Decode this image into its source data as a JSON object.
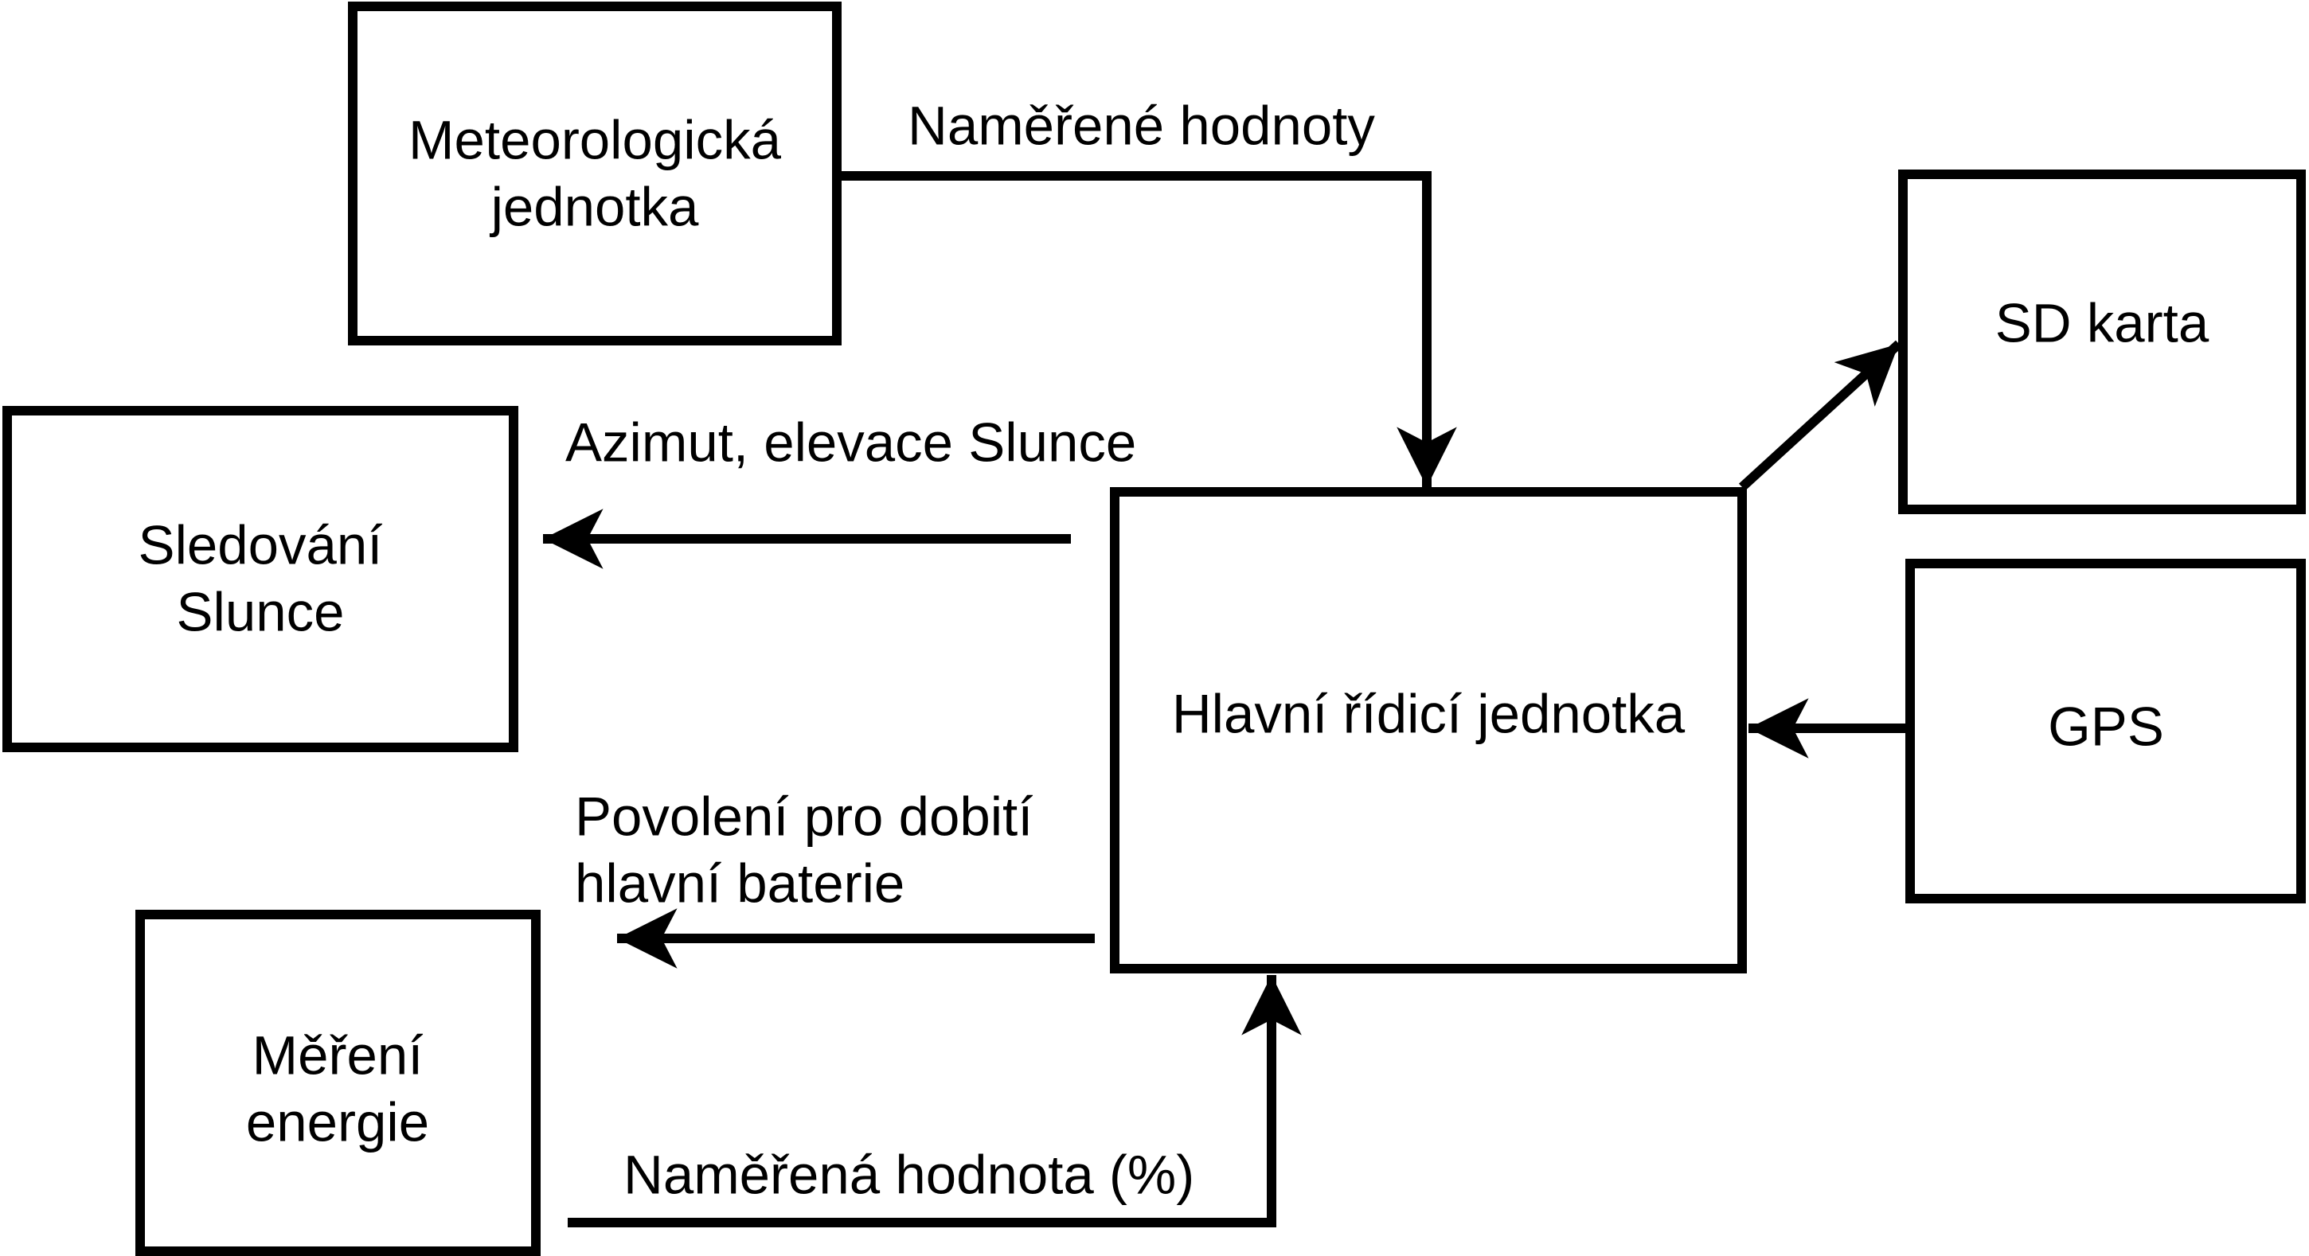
{
  "page": {
    "background_color": "#ffffff",
    "line_color": "#000000"
  },
  "boxes": {
    "meteo_unit": {
      "line1": "Meteorologická",
      "line2": "jednotka"
    },
    "sd_card": {
      "label": "SD karta"
    },
    "sun_tracking": {
      "line1": "Sledování",
      "line2": "Slunce"
    },
    "gps": {
      "label": "GPS"
    },
    "main_control": {
      "label": "Hlavní řídicí jednotka"
    },
    "energy_measure": {
      "line1": "Měření",
      "line2": "energie"
    }
  },
  "edges": {
    "measured_values": {
      "label": "Naměřené hodnoty"
    },
    "sun_azimuth": {
      "label": "Azimut, elevace Slunce"
    },
    "charge_permission": {
      "line1": "Povolení pro dobití",
      "line2": "hlavní baterie"
    },
    "measured_percentage": {
      "label": "Naměřená hodnota (%)"
    }
  }
}
